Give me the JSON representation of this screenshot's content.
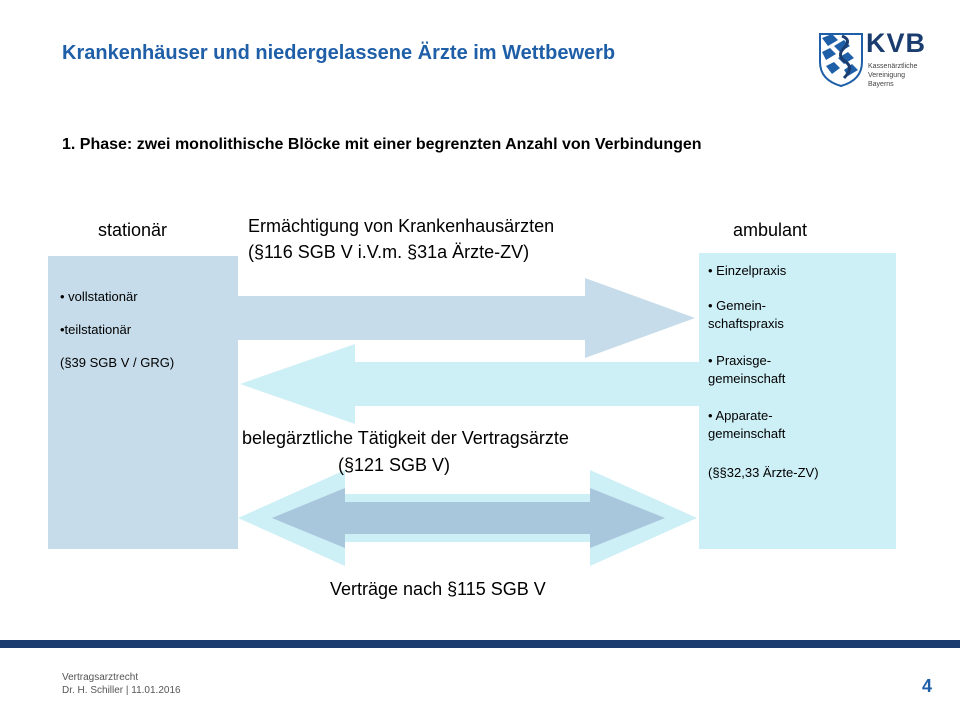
{
  "header": {
    "title": "Krankenhäuser und niedergelassene Ärzte im Wettbewerb",
    "logo_name": "KVB",
    "logo_sub": [
      "Kassenärztliche",
      "Vereinigung",
      "Bayerns"
    ]
  },
  "subtitle": "1. Phase: zwei monolithische Blöcke mit einer begrenzten Anzahl von Verbindungen",
  "left_block": {
    "label": "stationär",
    "items": [
      "• vollstationär",
      "•teilstationär",
      "(§39 SGB V / GRG)"
    ]
  },
  "right_block": {
    "label": "ambulant",
    "items": [
      "• Einzelpraxis",
      "• Gemein-",
      "schaftspraxis",
      "• Praxisge-",
      "gemeinschaft",
      "• Apparate-",
      "gemeinschaft",
      "(§§32,33 Ärzte-ZV)"
    ]
  },
  "arrows": {
    "top_line1": "Ermächtigung von Krankenhausärzten",
    "top_line2": "(§116 SGB V i.V.m. §31a Ärzte-ZV)",
    "middle_line1": "belegärztliche Tätigkeit der Vertragsärzte",
    "middle_line2": "(§121 SGB V)",
    "bottom": "Verträge nach §115 SGB V"
  },
  "footer": {
    "line1": "Vertragsarztrecht",
    "line2": "Dr. H. Schiller | 11.01.2016",
    "page": "4"
  },
  "colors": {
    "title_blue": "#1f5fa8",
    "navy": "#1a3c6e",
    "left_box": "#c6dcea",
    "right_box": "#cdeff6",
    "arrow_light": "#cdeff6",
    "arrow_mid": "#a8c6dc"
  }
}
